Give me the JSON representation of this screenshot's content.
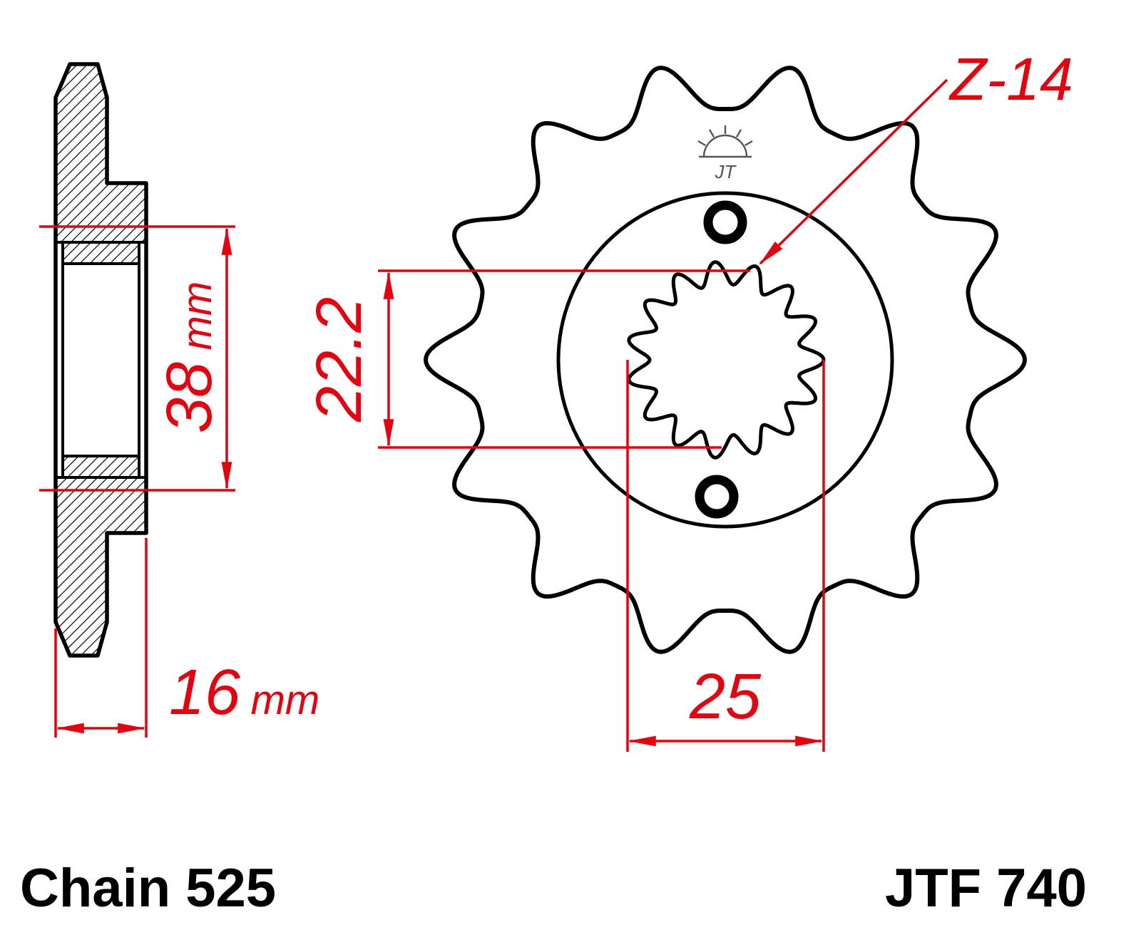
{
  "drawing": {
    "chain_label": "Chain 525",
    "part_number": "JTF 740"
  },
  "dimensions": {
    "hub_flange_diameter": {
      "value": "38",
      "unit": "mm"
    },
    "overall_width": {
      "value": "16",
      "unit": "mm"
    },
    "bore_diameter": {
      "value": "22.2"
    },
    "spline_diameter": {
      "value": "25"
    },
    "teeth_label": "Z-14"
  },
  "sprocket": {
    "teeth_count": 14,
    "spline_lobes": 15,
    "logo": "JT"
  },
  "colors": {
    "dimension_red": "#e8000d",
    "line_black": "#000000",
    "logo_gray": "#555555",
    "background": "#ffffff"
  }
}
